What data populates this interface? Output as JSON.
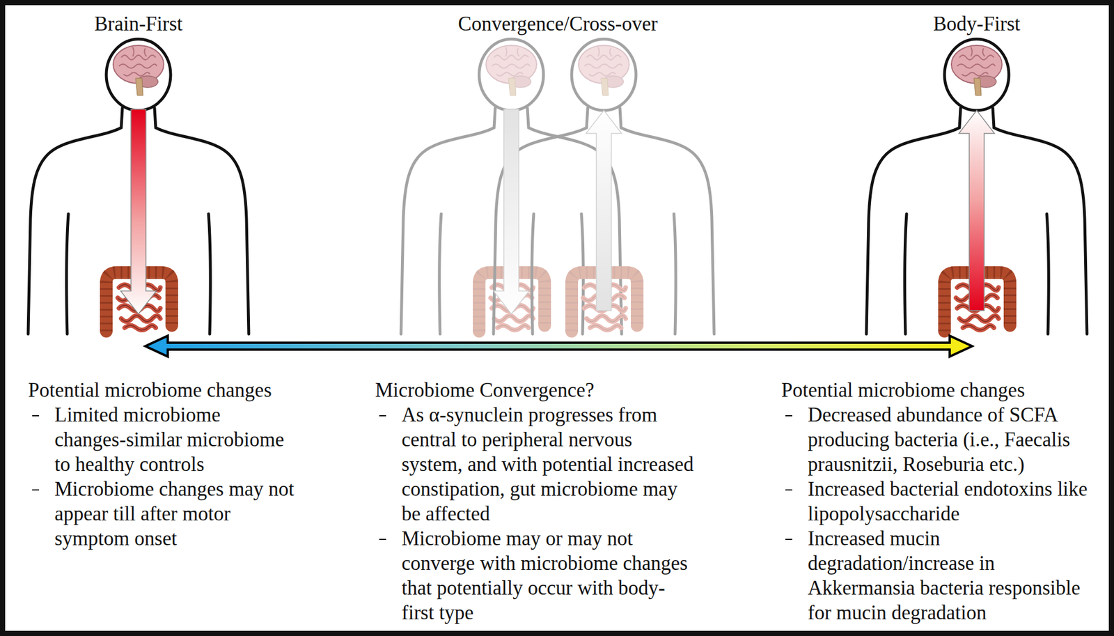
{
  "diagram": {
    "nodes": [
      {
        "text": [
          "Brain-First"
        ]
      },
      {
        "text": [
          "Convergence/Cross-over"
        ]
      },
      {
        "text": [
          "Body-First"
        ]
      }
    ],
    "labels": [
      "Potential microbiome changes",
      "Limited microbiome changes-similar microbiome to healthy controls",
      "Microbiome changes may not appear till after motor symptom onset",
      "Microbiome Convergence?",
      "As α-synuclein progresses from central to peripheral nervous system, and with potential increased constipation, gut microbiome may be affected",
      "Microbiome may or may not converge with microbiome changes that potentially occur with body-first type",
      "Potential microbiome changes",
      "Decreased abundance of SCFA producing bacteria (i.e., Faecalis prausnitzii, Roseburia etc.)",
      "Increased bacterial endotoxins like lipopolysaccharide",
      "Increased mucin degradation/increase in Akkermansia bacteria responsible for mucin degradation"
    ]
  }
}
